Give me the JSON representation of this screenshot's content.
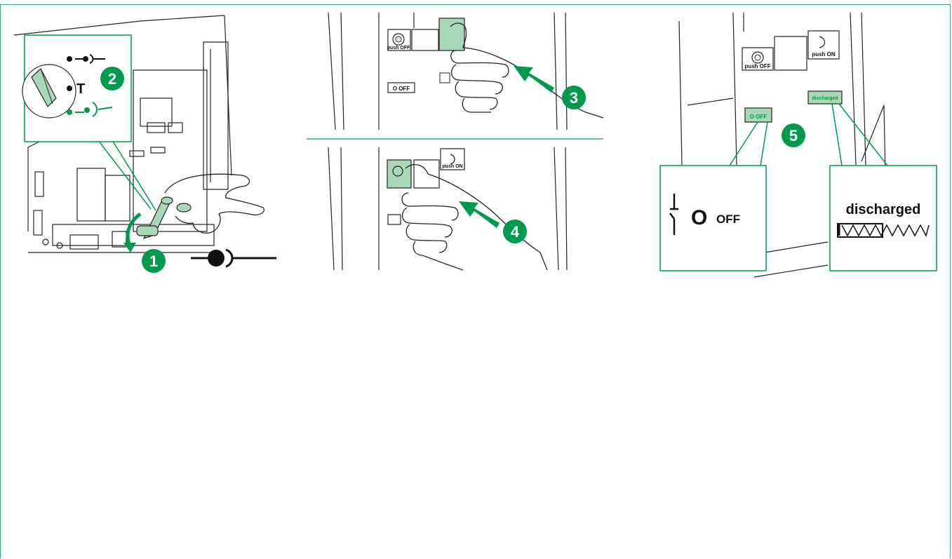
{
  "colors": {
    "accent": "#009a4e",
    "frame": "#3aa873",
    "light_green": "#a8d8b8",
    "line": "#222222"
  },
  "steps": {
    "s1": "1",
    "s2": "2",
    "s3": "3",
    "s4": "4",
    "s5": "5"
  },
  "panel1": {
    "inset_t_label": "T"
  },
  "panel2": {
    "push_off_top": "push OFF",
    "push_on_bottom": "push ON",
    "off_label": "O OFF"
  },
  "panel3": {
    "push_off": "push OFF",
    "push_on": "push ON",
    "off_button": "O OFF",
    "discharged_button": "discharged",
    "callout_off_symbol": "O",
    "callout_off_text": "OFF",
    "callout_discharged": "discharged"
  }
}
